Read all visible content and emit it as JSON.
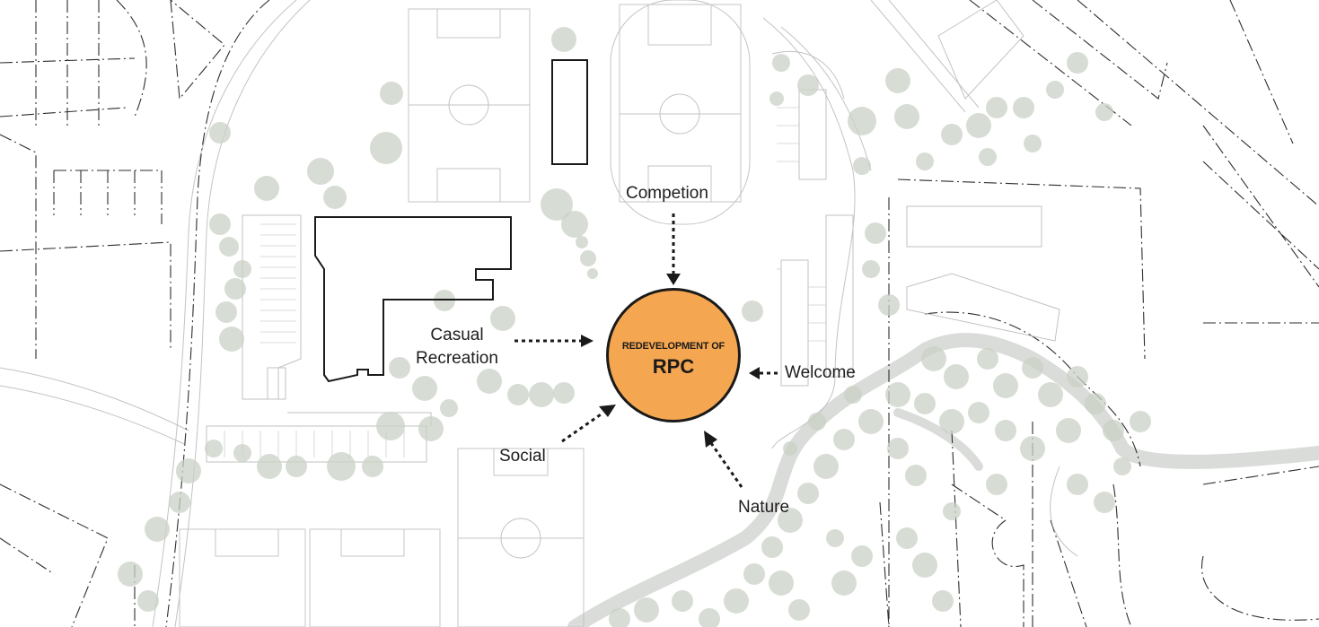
{
  "hub": {
    "subtitle": "REDEVELOPMENT OF",
    "title": "RPC",
    "fill_color": "#f5a650"
  },
  "labels": {
    "competition": "Competion",
    "casual_recreation_line1": "Casual",
    "casual_recreation_line2": "Recreation",
    "welcome": "Welcome",
    "social": "Social",
    "nature": "Nature"
  },
  "colors": {
    "tree": "#c9d2c6",
    "path": "#d6d9d5",
    "line": "#bdbdbd",
    "boundary": "#2a2a2a",
    "arrow": "#1a1a1a"
  }
}
